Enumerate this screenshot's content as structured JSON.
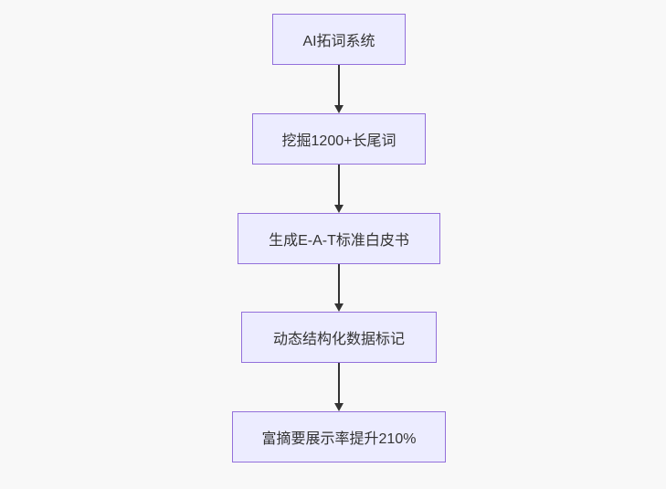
{
  "diagram": {
    "type": "flowchart",
    "direction": "top-down",
    "nodes": [
      {
        "id": "n1",
        "label": "AI拓词系统"
      },
      {
        "id": "n2",
        "label": "挖掘1200+长尾词"
      },
      {
        "id": "n3",
        "label": "生成E-A-T标准白皮书"
      },
      {
        "id": "n4",
        "label": "动态结构化数据标记"
      },
      {
        "id": "n5",
        "label": "富摘要展示率提升210%"
      }
    ],
    "edges": [
      {
        "from": "n1",
        "to": "n2"
      },
      {
        "from": "n2",
        "to": "n3"
      },
      {
        "from": "n3",
        "to": "n4"
      },
      {
        "from": "n4",
        "to": "n5"
      }
    ],
    "colors": {
      "background": "#f8f8f8",
      "node_fill": "#ECECFF",
      "node_border": "#9370DB",
      "text": "#333333",
      "arrow": "#333333"
    }
  }
}
